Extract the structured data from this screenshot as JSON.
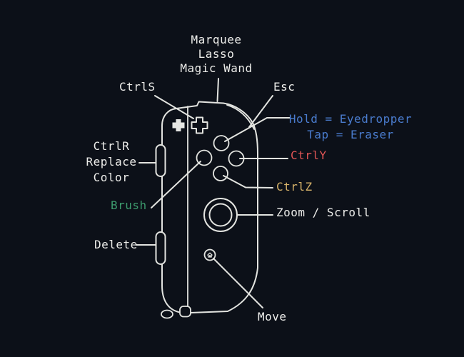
{
  "diagram": {
    "subject": "joycon-controller-shortcut-map",
    "colors": {
      "background": "#0c1018",
      "outline": "#e3e4e0",
      "label_white": "#ededea",
      "label_blue": "#4a7cce",
      "label_red": "#e05555",
      "label_gold": "#d6b269",
      "label_green": "#3d9b6e",
      "button_blue": "#4573b2",
      "button_green": "#3d9467",
      "button_red": "#e25858",
      "button_yellow": "#e0b963"
    },
    "icons": {
      "plus_button": "plus-icon",
      "cross_button": "outlined-plus-icon",
      "home_button": "home-icon",
      "analog_stick": "stick-ring-icon"
    },
    "labels": {
      "tool_select": {
        "lines": [
          "Marquee",
          "Lasso",
          "Magic Wand"
        ]
      },
      "save": "CtrlS",
      "esc": "Esc",
      "eyedropper": {
        "lines": [
          "Hold = Eyedropper",
          "Tap = Eraser"
        ]
      },
      "redo": "CtrlY",
      "undo": "CtrlZ",
      "zoom_scroll": "Zoom / Scroll",
      "move": "Move",
      "brush": "Brush",
      "replace_color": {
        "lines": [
          "CtrlR",
          "Replace",
          "Color"
        ]
      },
      "delete": "Delete"
    }
  }
}
